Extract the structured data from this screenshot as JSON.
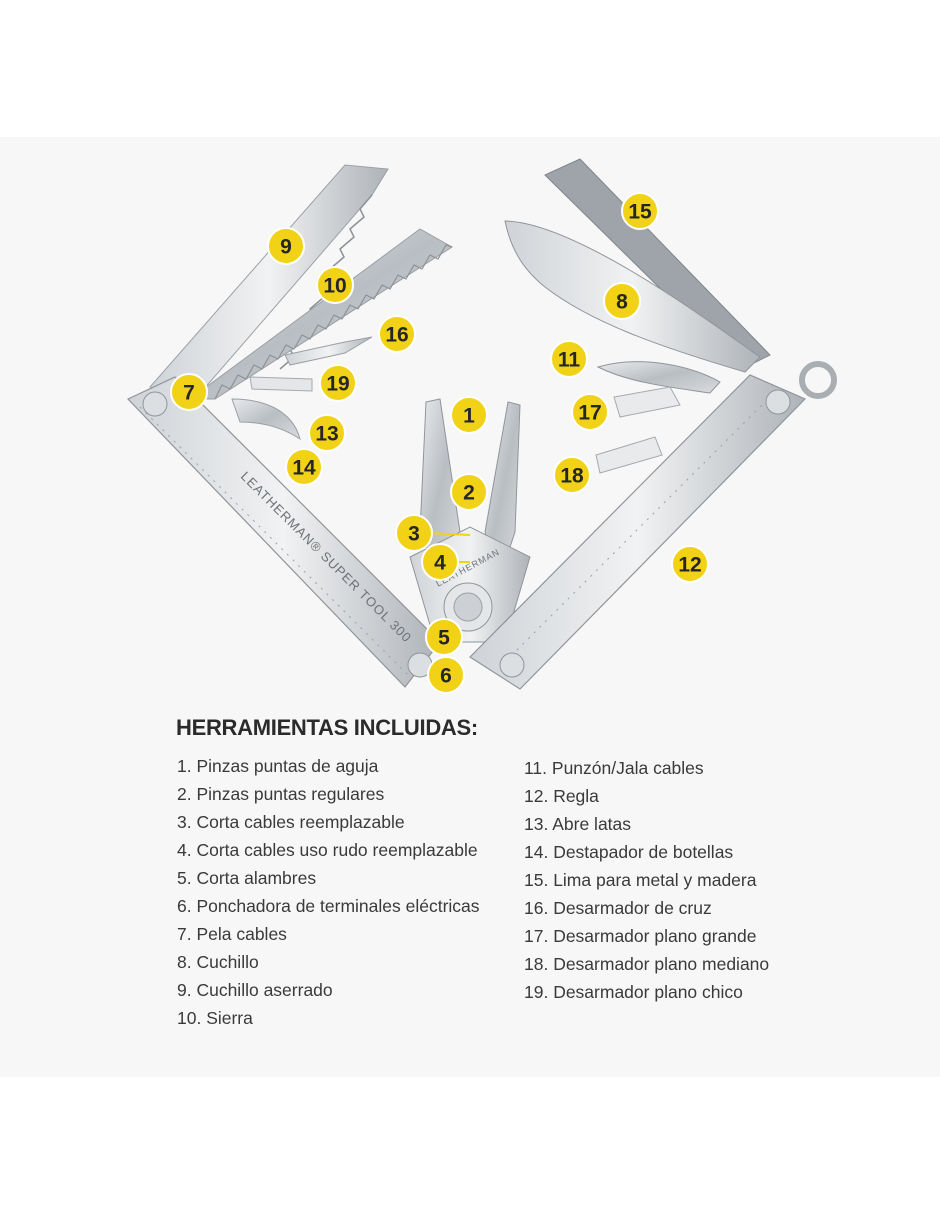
{
  "heading": "HERRAMIENTAS INCLUIDAS:",
  "badge_color": "#f2d217",
  "tool_etchings": {
    "brand_handle": "LEATHERMAN® SUPER TOOL 300",
    "brand_pivot": "LEATHERMAN"
  },
  "badges": [
    "1",
    "2",
    "3",
    "4",
    "5",
    "6",
    "7",
    "8",
    "9",
    "10",
    "11",
    "12",
    "13",
    "14",
    "15",
    "16",
    "17",
    "18",
    "19"
  ],
  "tools_left": [
    "1. Pinzas puntas de aguja",
    "2. Pinzas puntas regulares",
    "3. Corta cables reemplazable",
    "4. Corta cables uso rudo reemplazable",
    "5. Corta alambres",
    "6. Ponchadora de terminales eléctricas",
    "7. Pela cables",
    "8. Cuchillo",
    "9. Cuchillo aserrado",
    "10. Sierra"
  ],
  "tools_right": [
    "11. Punzón/Jala cables",
    "12. Regla",
    "13. Abre latas",
    "14. Destapador de botellas",
    "15. Lima para metal y madera",
    "16. Desarmador de cruz",
    "17. Desarmador plano grande",
    "18. Desarmador plano mediano",
    "19. Desarmador plano chico"
  ]
}
